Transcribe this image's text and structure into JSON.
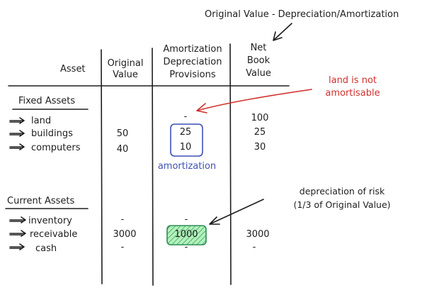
{
  "header": {
    "formula": "Original Value - Depreciation/Amortization"
  },
  "table": {
    "columns": {
      "asset": "Asset",
      "original_value": [
        "Original",
        "Value"
      ],
      "provisions": [
        "Amortization",
        "Depreciation",
        "Provisions"
      ],
      "net_book_value": [
        "Net",
        "Book",
        "Value"
      ]
    },
    "sections": [
      {
        "title": "Fixed Assets",
        "rows": [
          {
            "name": "land",
            "original": "",
            "provision": "-",
            "net": "100"
          },
          {
            "name": "buildings",
            "original": "50",
            "provision": "25",
            "net": "25"
          },
          {
            "name": "computers",
            "original": "40",
            "provision": "10",
            "net": "30"
          }
        ]
      },
      {
        "title": "Current Assets",
        "rows": [
          {
            "name": "inventory",
            "original": "-",
            "provision": "-",
            "net": ""
          },
          {
            "name": "receivable",
            "original": "3000",
            "provision": "1000",
            "net": "3000"
          },
          {
            "name": "cash",
            "original": "-",
            "provision": "-",
            "net": "-"
          }
        ]
      }
    ]
  },
  "annotations": {
    "land_note": [
      "land is not",
      "amortisable"
    ],
    "amortization_label": "amortization",
    "risk_note": [
      "depreciation of risk",
      "(1/3 of Original Value)"
    ]
  },
  "colors": {
    "ink": "#1e1e1e",
    "red": "#d0312d",
    "blue": "#3f51b5",
    "green": "#2e8b57",
    "green_fill": "#b2f2bb"
  }
}
